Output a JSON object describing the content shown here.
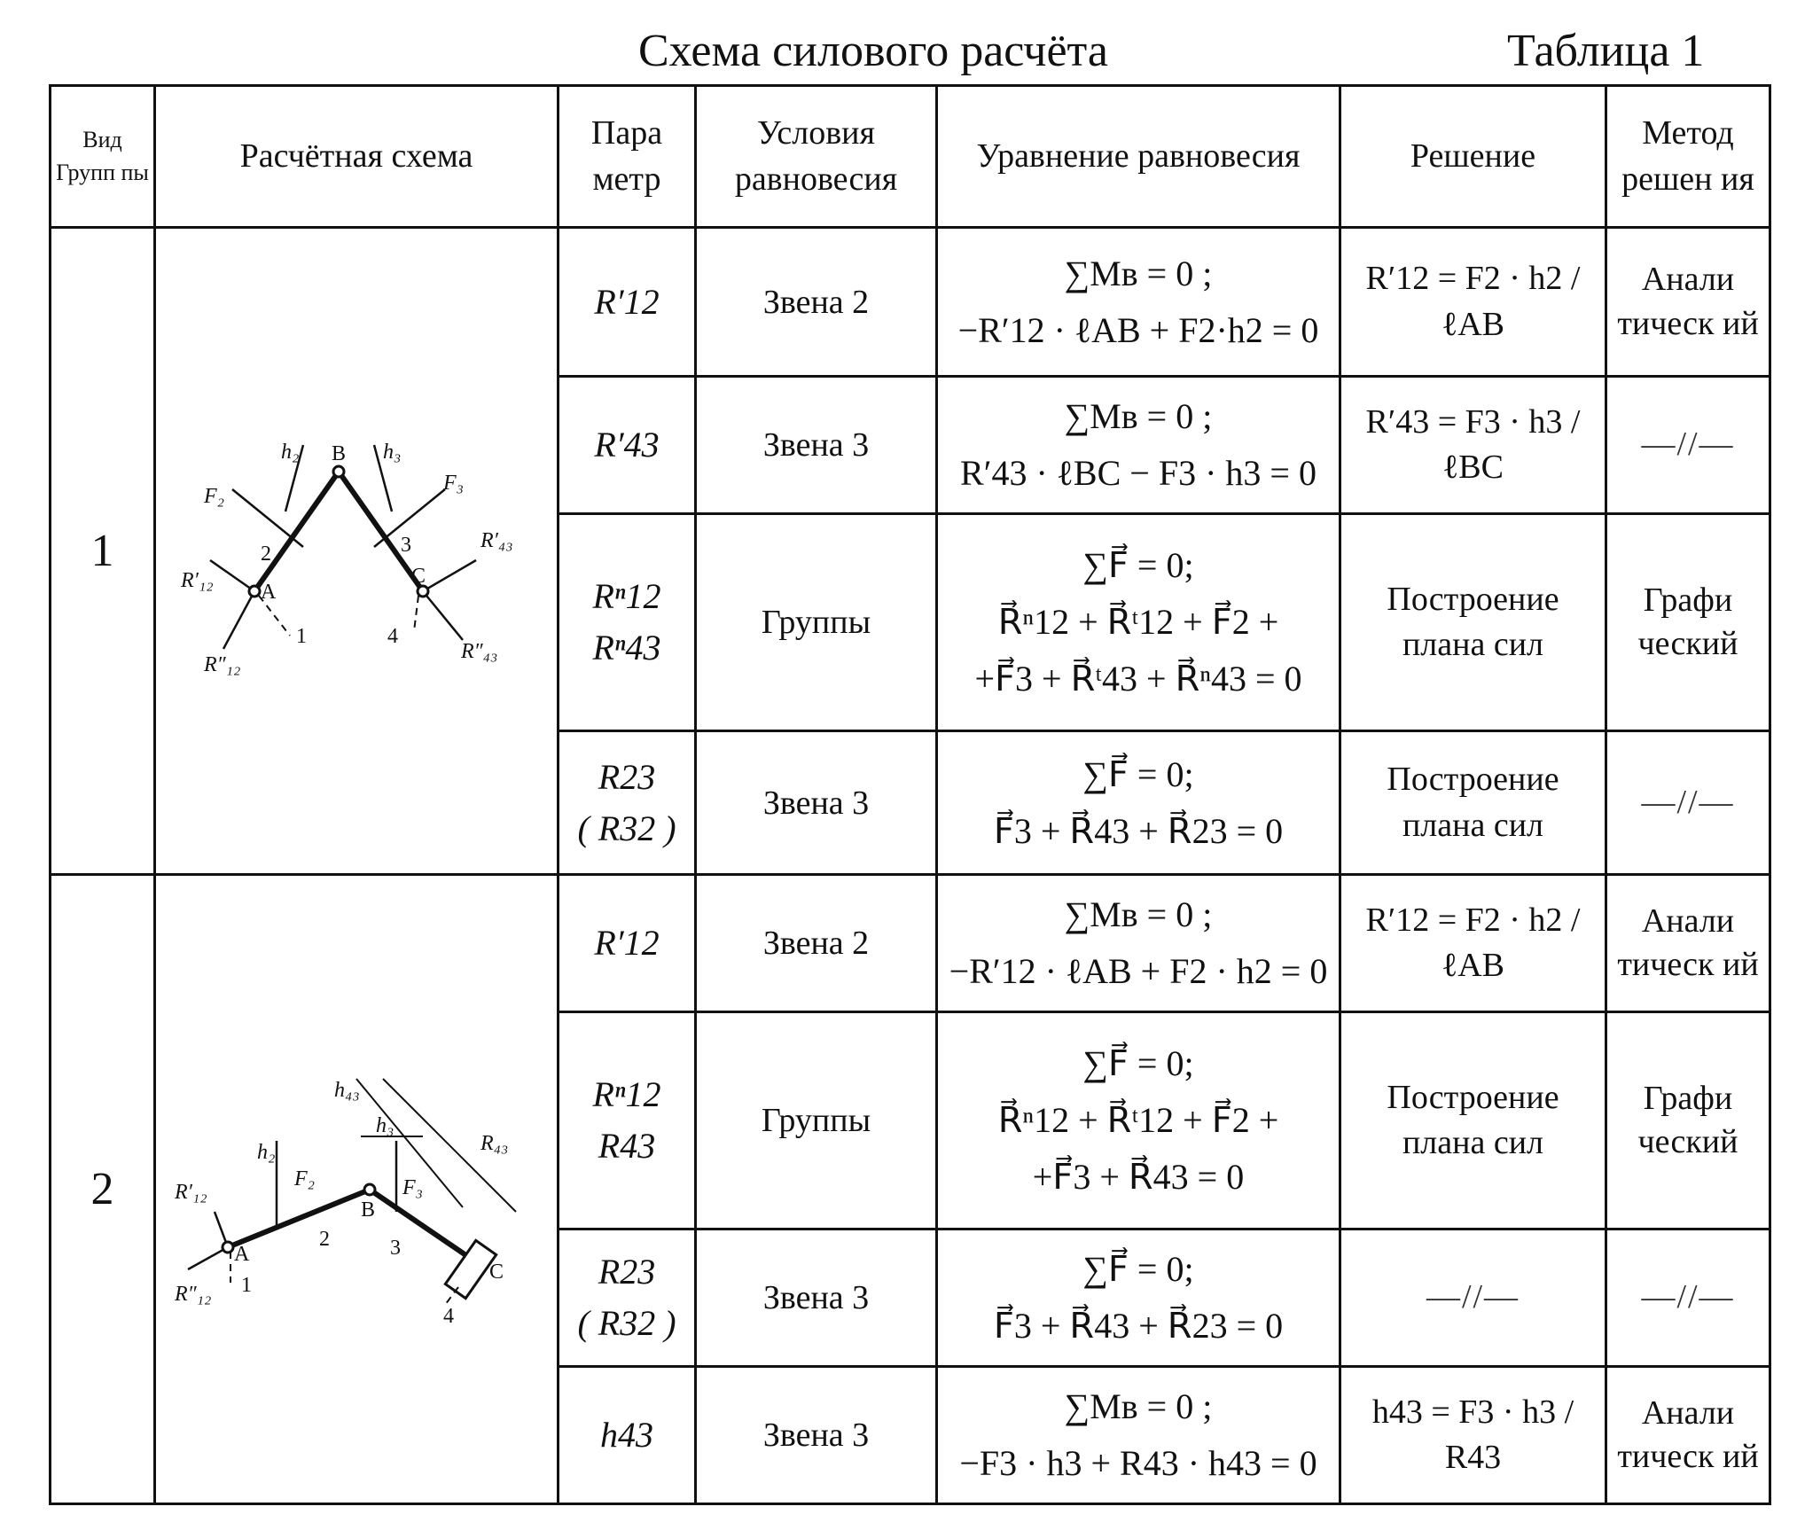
{
  "title": "Схема силового расчёта",
  "table_no": "Таблица 1",
  "headers": {
    "group_type": "Вид Групп пы",
    "scheme": "Расчётная схема",
    "param": "Пара метр",
    "conditions": "Условия равновесия",
    "equation": "Уравнение равновесия",
    "solution": "Решение",
    "method": "Метод решен ия"
  },
  "groups": [
    {
      "number": "1",
      "diagram_labels": {
        "F2": "F₂",
        "h2": "h₂",
        "B": "B",
        "h3": "h₃",
        "F3": "F₃",
        "n2": "2",
        "n3": "3",
        "R43t": "R′₄₃",
        "R12t": "R′₁₂",
        "A": "A",
        "C": "C",
        "R12n": "R″₁₂",
        "n1": "1",
        "n4": "4",
        "R43n": "R″₄₃"
      },
      "rows": [
        {
          "param": "R′12",
          "cond": "Звена 2",
          "eq1": "∑Mв = 0 ;",
          "eq2": "−R′12 · ℓAB + F2·h2 = 0",
          "eq3": "",
          "sol": "R′12 = F2 · h2 / ℓAB",
          "sol2": "",
          "meth": "Анали тическ ий"
        },
        {
          "param": "R′43",
          "cond": "Звена 3",
          "eq1": "∑Mв = 0 ;",
          "eq2": "R′43 · ℓBC − F3 · h3 = 0",
          "eq3": "",
          "sol": "R′43 = F3 · h3 / ℓBC",
          "sol2": "",
          "meth": "—//—"
        },
        {
          "param": "Rⁿ12",
          "param2": "Rⁿ43",
          "cond": "Группы",
          "eq1": "∑F⃗ = 0;",
          "eq2": "R⃗ⁿ12 + R⃗ᵗ12 + F⃗2 +",
          "eq3": "+F⃗3 + R⃗ᵗ43 + R⃗ⁿ43 = 0",
          "sol": "Построение",
          "sol2": "плана сил",
          "meth": "Графи ческий"
        },
        {
          "param": "R23",
          "param2": "( R32 )",
          "cond": "Звена 3",
          "eq1": "∑F⃗ = 0;",
          "eq2": "F⃗3 + R⃗43 + R⃗23 = 0",
          "eq3": "",
          "sol": "Построение",
          "sol2": "плана сил",
          "meth": "—//—"
        }
      ]
    },
    {
      "number": "2",
      "diagram_labels": {
        "h43": "h₄₃",
        "h3": "h₃",
        "R43": "R₄₃",
        "h2": "h₂",
        "F2": "F₂",
        "F3": "F₃",
        "R12t": "R′₁₂",
        "B": "B",
        "n2": "2",
        "n3": "3",
        "A": "A",
        "C": "C",
        "R12n": "R″₁₂",
        "n1": "1",
        "n4": "4"
      },
      "rows": [
        {
          "param": "R′12",
          "cond": "Звена 2",
          "eq1": "∑Mв = 0 ;",
          "eq2": "−R′12 · ℓAB + F2 · h2 = 0",
          "eq3": "",
          "sol": "R′12 = F2 · h2 / ℓAB",
          "sol2": "",
          "meth": "Анали тическ ий"
        },
        {
          "param": "Rⁿ12",
          "param2": "R43",
          "cond": "Группы",
          "eq1": "∑F⃗ = 0;",
          "eq2": "R⃗ⁿ12 + R⃗ᵗ12 + F⃗2 +",
          "eq3": "+F⃗3 + R⃗43 = 0",
          "sol": "Построение",
          "sol2": "плана сил",
          "meth": "Графи ческий"
        },
        {
          "param": "R23",
          "param2": "( R32 )",
          "cond": "Звена 3",
          "eq1": "∑F⃗ = 0;",
          "eq2": "F⃗3 + R⃗43 + R⃗23 = 0",
          "eq3": "",
          "sol": "—//—",
          "sol2": "",
          "meth": "—//—"
        },
        {
          "param": "h43",
          "cond": "Звена 3",
          "eq1": "∑Mв = 0 ;",
          "eq2": "−F3 · h3 + R43 · h43 = 0",
          "eq3": "",
          "sol": "h43 = F3 · h3 / R43",
          "sol2": "",
          "meth": "Анали тическ ий"
        }
      ]
    }
  ]
}
